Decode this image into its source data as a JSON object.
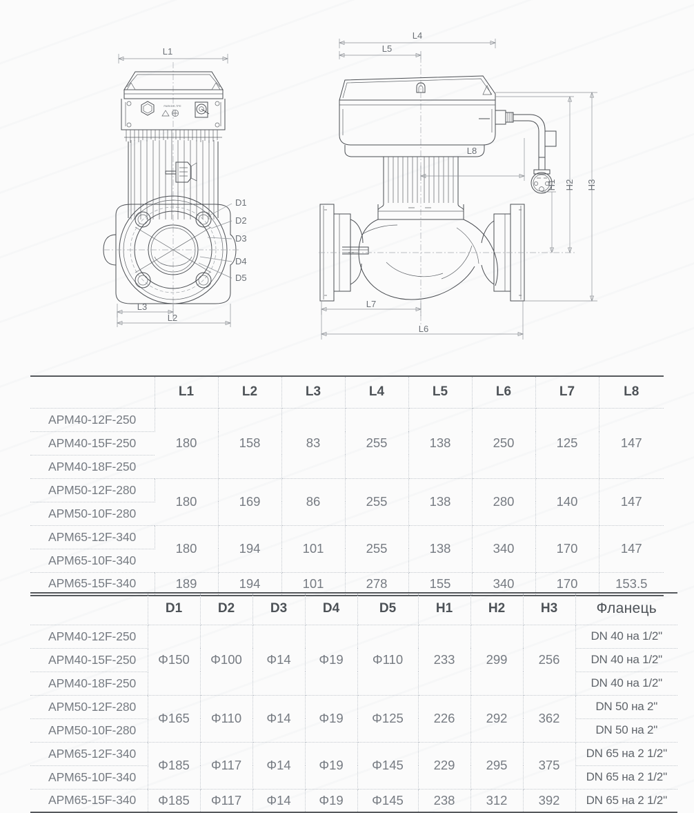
{
  "drawing": {
    "front_view": {
      "dimension_labels": [
        "L1",
        "L2",
        "L3"
      ],
      "callout_labels": [
        "D1",
        "D2",
        "D3",
        "D4",
        "D5"
      ]
    },
    "side_view": {
      "dimension_labels": [
        "L4",
        "L5",
        "L6",
        "L7",
        "L8"
      ],
      "height_labels": [
        "H1",
        "H2",
        "H3"
      ]
    }
  },
  "table_dimensions": {
    "columns": [
      "",
      "L1",
      "L2",
      "L3",
      "L4",
      "L5",
      "L6",
      "L7",
      "L8"
    ],
    "groups": [
      {
        "models": [
          "APM40-12F-250",
          "APM40-15F-250",
          "APM40-18F-250"
        ],
        "values": [
          "180",
          "158",
          "83",
          "255",
          "138",
          "250",
          "125",
          "147"
        ]
      },
      {
        "models": [
          "APM50-12F-280",
          "APM50-10F-280"
        ],
        "values": [
          "180",
          "169",
          "86",
          "255",
          "138",
          "280",
          "140",
          "147"
        ]
      },
      {
        "models": [
          "APM65-12F-340",
          "APM65-10F-340"
        ],
        "values": [
          "180",
          "194",
          "101",
          "255",
          "138",
          "340",
          "170",
          "147"
        ]
      },
      {
        "models": [
          "APM65-15F-340"
        ],
        "values": [
          "189",
          "194",
          "101",
          "278",
          "155",
          "340",
          "170",
          "153.5"
        ]
      }
    ]
  },
  "table_diameters": {
    "columns": [
      "",
      "D1",
      "D2",
      "D3",
      "D4",
      "D5",
      "H1",
      "H2",
      "H3",
      "Фланець"
    ],
    "groups": [
      {
        "models": [
          "APM40-12F-250",
          "APM40-15F-250",
          "APM40-18F-250"
        ],
        "values": [
          "Φ150",
          "Φ100",
          "Φ14",
          "Φ19",
          "Φ110",
          "233",
          "299",
          "256"
        ],
        "flange": [
          "DN 40 на 1/2\"",
          "DN 40 на 1/2\"",
          "DN 40 на 1/2\""
        ]
      },
      {
        "models": [
          "APM50-12F-280",
          "APM50-10F-280"
        ],
        "values": [
          "Φ165",
          "Φ110",
          "Φ14",
          "Φ19",
          "Φ125",
          "226",
          "292",
          "362"
        ],
        "flange": [
          "DN 50 на 2\"",
          "DN 50 на 2\""
        ]
      },
      {
        "models": [
          "APM65-12F-340",
          "APM65-10F-340"
        ],
        "values": [
          "Φ185",
          "Φ117",
          "Φ14",
          "Φ19",
          "Φ145",
          "229",
          "295",
          "375"
        ],
        "flange": [
          "DN 65 на 2 1/2\"",
          "DN 65 на 2 1/2\""
        ]
      },
      {
        "models": [
          "APM65-15F-340"
        ],
        "values": [
          "Φ185",
          "Φ117",
          "Φ14",
          "Φ19",
          "Φ145",
          "238",
          "312",
          "392"
        ],
        "flange": [
          "DN 65 на 2 1/2\""
        ]
      }
    ]
  },
  "colors": {
    "background": "#fbfbfb",
    "rule": "#55585c",
    "grid_dotted": "#c3c8ce",
    "text_body": "#767b82",
    "text_header": "#4d5257",
    "drawing_line": "#4a4d52",
    "dimension_line": "#8d9196"
  }
}
